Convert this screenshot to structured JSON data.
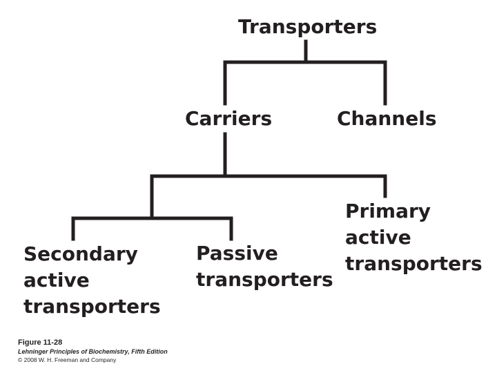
{
  "diagram": {
    "root": "Transporters",
    "level1": {
      "carriers": "Carriers",
      "channels": "Channels"
    },
    "level2": {
      "secondary": [
        "Secondary",
        "active",
        "transporters"
      ],
      "passive": [
        "Passive",
        "transporters"
      ],
      "primary": [
        "Primary",
        "active",
        "transporters"
      ]
    }
  },
  "caption": {
    "figure": "Figure 11-28",
    "book": "Lehninger Principles of Biochemistry, Fifth Edition",
    "copyright": "© 2008 W. H. Freeman and Company"
  },
  "colors": {
    "ink": "#231f20",
    "background": "#ffffff"
  }
}
